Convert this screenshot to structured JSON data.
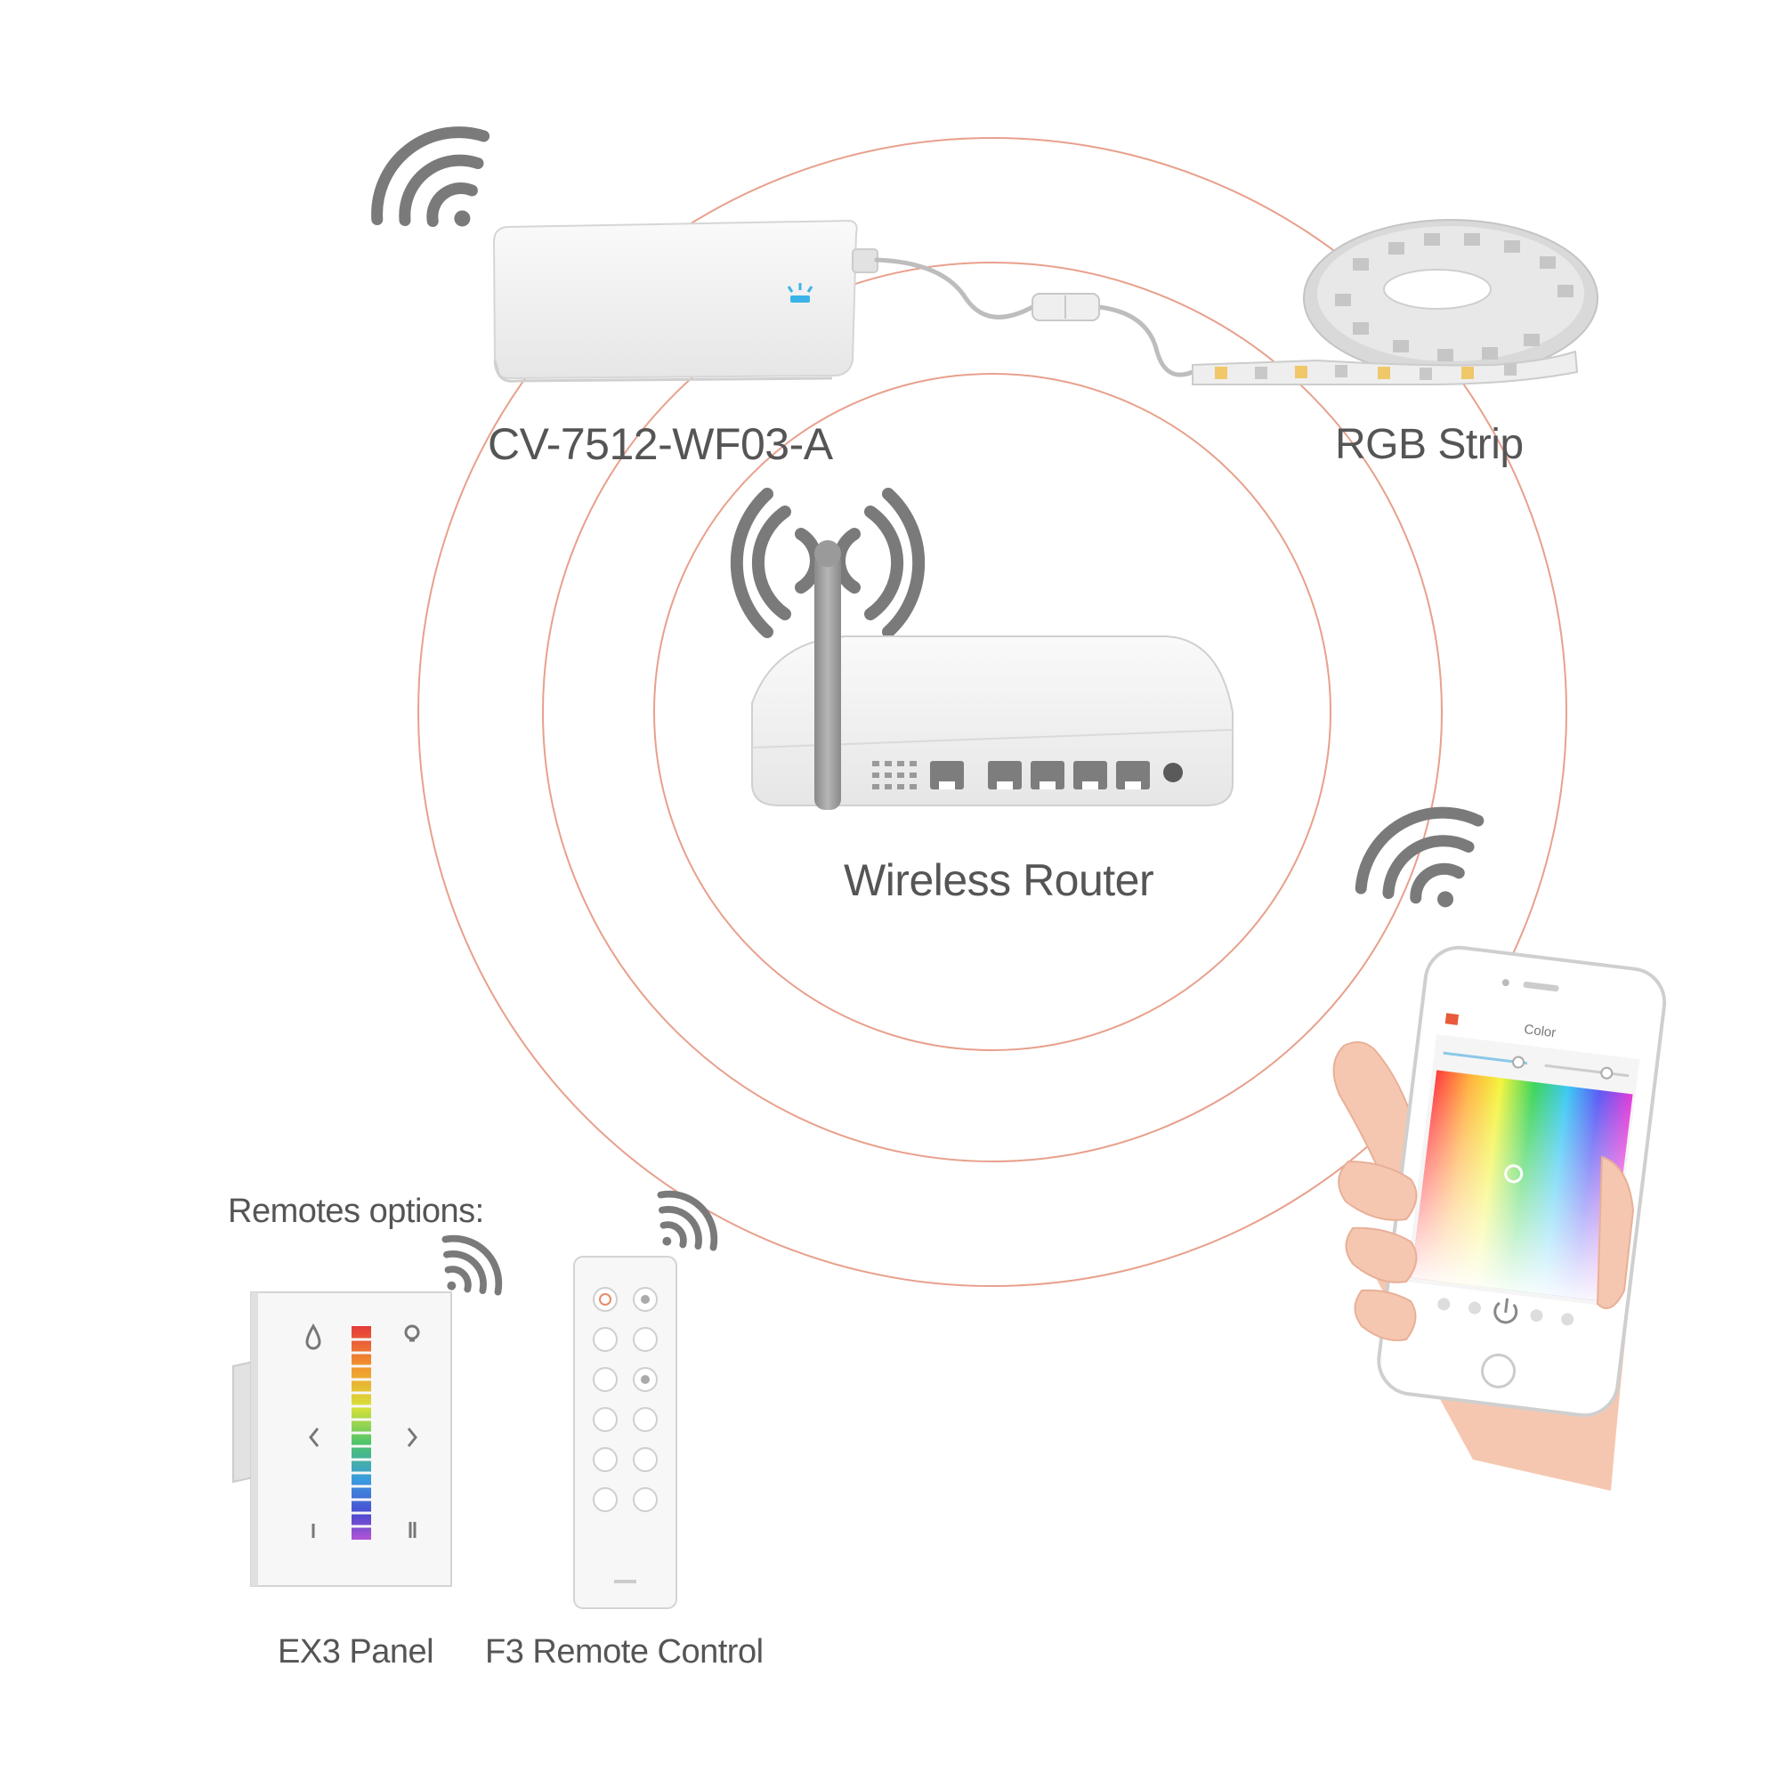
{
  "labels": {
    "controller": "CV-7512-WF03-A",
    "strip": "RGB Strip",
    "router": "Wireless Router",
    "remotes_heading": "Remotes options:",
    "panel": "EX3 Panel",
    "remote_control": "F3 Remote Control"
  },
  "phone_screen": {
    "title": "Color"
  },
  "colors": {
    "ring": "#e8a08c",
    "device": "#f2f2f2",
    "device_edge": "#d6d6d6",
    "icon_gray": "#7a7a7a",
    "label_text": "#555555",
    "skin": "#f6c7b0"
  },
  "icons": [
    "wifi-icon",
    "router-antenna-waves-icon",
    "power-icon"
  ]
}
